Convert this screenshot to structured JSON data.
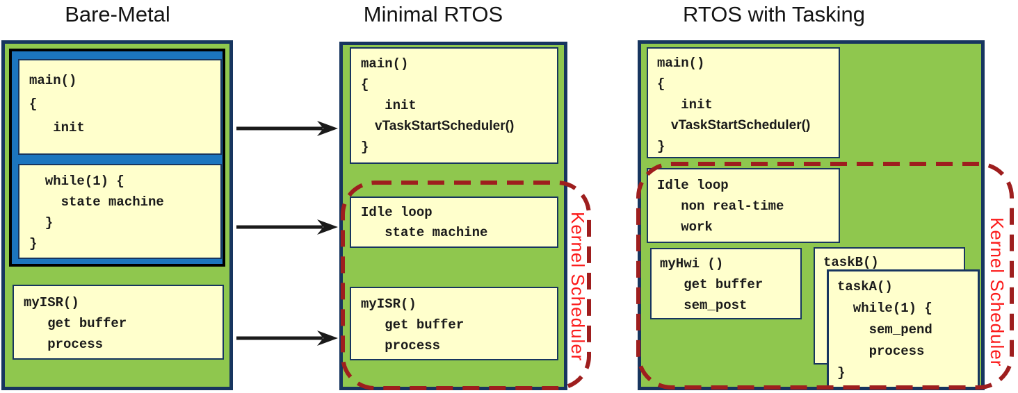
{
  "titles": {
    "bare_metal": "Bare-Metal",
    "minimal_rtos": "Minimal RTOS",
    "rtos_tasking": "RTOS with Tasking"
  },
  "col1": {
    "main_code": "main()\n{\n   init",
    "while_code": "  while(1) {\n    state machine\n  }\n}",
    "isr_code": "myISR()\n   get buffer\n   process"
  },
  "col2": {
    "main_code": "main()\n{\n   init",
    "vtask_line": "vTaskStartScheduler()",
    "close_brace": "}",
    "idle_code": "Idle loop\n   state machine",
    "isr_code": "myISR()\n   get buffer\n   process",
    "scheduler_label": "Kernel Scheduler"
  },
  "col3": {
    "main_code": "main()\n{\n   init",
    "vtask_line": "vTaskStartScheduler()",
    "close_brace": "}",
    "idle_code": "Idle loop\n   non real-time\n   work",
    "hwi_code": "myHwi ()\n   get buffer\n   sem_post",
    "taskb_label": "taskB()",
    "taska_code": "taskA()\n  while(1) {\n    sem_pend\n    process\n}",
    "scheduler_label": "Kernel Scheduler"
  },
  "colors": {
    "panel_green": "#8FC74E",
    "panel_border_navy": "#17355F",
    "blue_block": "#1C75BE",
    "code_box_yellow": "#FFFFCC",
    "dash_red": "#9E1E1E",
    "scheduler_text_red": "#FB1A1A",
    "arrow_black": "#1A1A1A"
  }
}
